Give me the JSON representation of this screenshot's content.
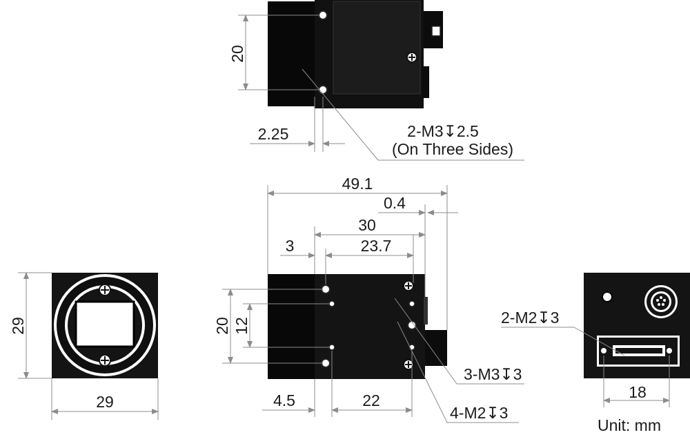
{
  "top_view": {
    "dim_height": "20",
    "dim_offset": "2.25",
    "hole_note_line1": "2-M3↧2.5",
    "hole_note_line2": "(On Three Sides)"
  },
  "side_view": {
    "dim_length_total": "49.1",
    "dim_connector_offset": "0.4",
    "dim_30": "30",
    "dim_3": "3",
    "dim_23_7": "23.7",
    "dim_height_20": "20",
    "dim_height_12": "12",
    "dim_4_5": "4.5",
    "dim_22": "22",
    "note_m3": "3-M3↧3",
    "note_m2": "4-M2↧3"
  },
  "front_view": {
    "dim_height": "29",
    "dim_width": "29"
  },
  "rear_view": {
    "note_m2": "2-M2↧3",
    "dim_18": "18"
  },
  "unit_label": "Unit: mm",
  "colors": {
    "body": "#1a1a1a",
    "dimension": "#8c8c8c",
    "label": "#1a1a1a"
  }
}
